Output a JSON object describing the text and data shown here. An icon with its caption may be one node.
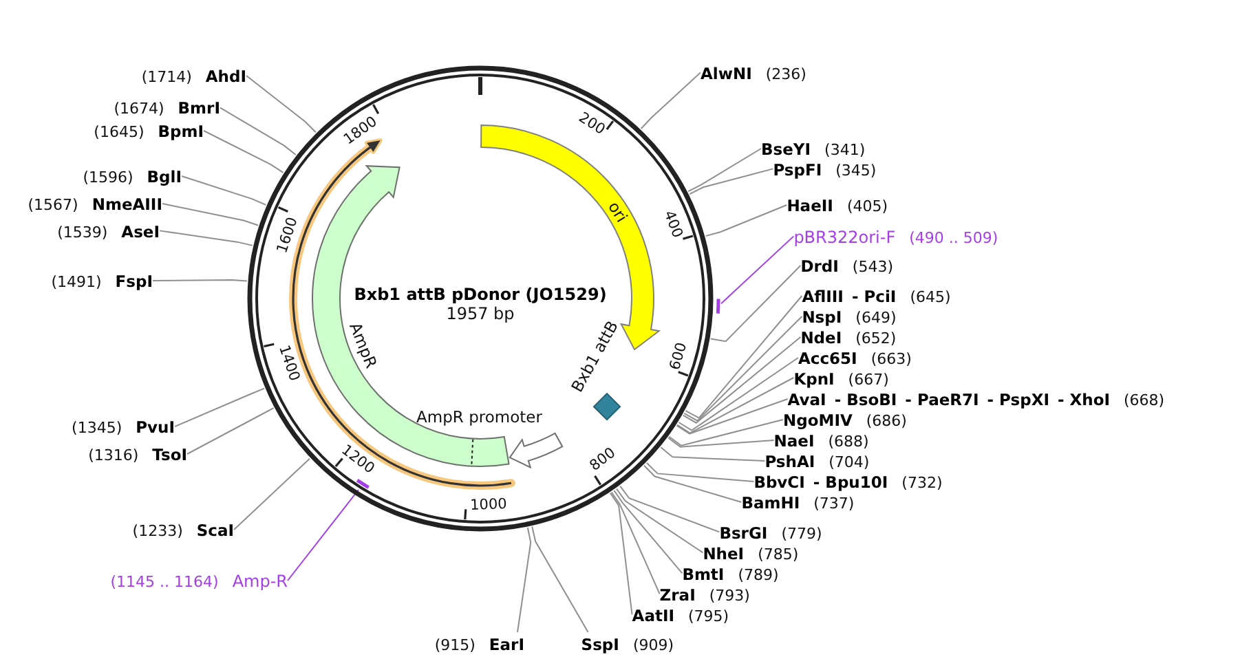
{
  "diagram": {
    "title": "Bxb1 attB pDonor (JO1529)",
    "nodes": [
      {
        "text": [
          "ori"
        ]
      },
      {
        "text": [
          "AmpR"
        ]
      },
      {
        "text": [
          "AmpR promoter"
        ]
      },
      {
        "text": [
          "Bxb1 attB"
        ]
      },
      {
        "text": [],
        "shape": "bar"
      },
      {
        "text": [],
        "shape": "bar"
      },
      {
        "text": [
          "AlwNI",
          "(236)"
        ]
      },
      {
        "text": [
          "BseYI",
          "(341)"
        ]
      },
      {
        "text": [
          "PspFI",
          "(345)"
        ]
      },
      {
        "text": [
          "HaeII",
          "(405)"
        ]
      },
      {
        "text": [
          "pBR322ori-F",
          "(490 .. 509)"
        ]
      },
      {
        "text": [
          "DrdI",
          "(543)"
        ]
      },
      {
        "text": [
          "AflIII",
          "- PciI",
          "(645)"
        ]
      },
      {
        "text": [
          "NspI",
          "(649)"
        ]
      },
      {
        "text": [
          "NdeI",
          "(652)"
        ]
      },
      {
        "text": [
          "Acc65I",
          "(663)"
        ]
      },
      {
        "text": [
          "KpnI",
          "(667)"
        ]
      },
      {
        "text": [
          "AvaI",
          "- BsoBI",
          "- PaeR7I",
          "- PspXI",
          "- XhoI",
          "(668)"
        ]
      },
      {
        "text": [
          "NgoMIV",
          "(686)"
        ]
      },
      {
        "text": [
          "NaeI",
          "(688)"
        ]
      },
      {
        "text": [
          "PshAI",
          "(704)"
        ]
      },
      {
        "text": [
          "BbvCI",
          "- Bpu10I",
          "(732)"
        ]
      },
      {
        "text": [
          "BamHI",
          "(737)"
        ]
      },
      {
        "text": [
          "BsrGI",
          "(779)"
        ]
      },
      {
        "text": [
          "NheI",
          "(785)"
        ]
      },
      {
        "text": [
          "BmtI",
          "(789)"
        ]
      },
      {
        "text": [
          "ZraI",
          "(793)"
        ]
      },
      {
        "text": [
          "AatII",
          "(795)"
        ]
      },
      {
        "text": [
          "SspI",
          "(909)"
        ]
      },
      {
        "text": [
          "(915)",
          "EarI"
        ]
      },
      {
        "text": [
          "(1145 .. 1164)",
          "Amp-R"
        ]
      },
      {
        "text": [
          "(1233)",
          "ScaI"
        ]
      },
      {
        "text": [
          "(1316)",
          "TsoI"
        ]
      },
      {
        "text": [
          "(1345)",
          "PvuI"
        ]
      },
      {
        "text": [
          "(1491)",
          "FspI"
        ]
      },
      {
        "text": [
          "(1539)",
          "AseI"
        ]
      },
      {
        "text": [
          "(1567)",
          "NmeAIII"
        ]
      },
      {
        "text": [
          "(1596)",
          "BglI"
        ]
      },
      {
        "text": [
          "(1645)",
          "BpmI"
        ]
      },
      {
        "text": [
          "(1674)",
          "BmrI"
        ]
      },
      {
        "text": [
          "(1714)",
          "AhdI"
        ]
      }
    ],
    "edges": [
      {
        "from": 6,
        "to": null,
        "arrow": "none"
      },
      {
        "from": 7,
        "to": null,
        "arrow": "none"
      },
      {
        "from": 8,
        "to": null,
        "arrow": "none"
      },
      {
        "from": 9,
        "to": null,
        "arrow": "none"
      },
      {
        "from": 10,
        "to": 4,
        "arrow": "none",
        "color": "#a43ee8"
      },
      {
        "from": 11,
        "to": null,
        "arrow": "none"
      },
      {
        "from": 12,
        "to": null,
        "arrow": "none"
      },
      {
        "from": 13,
        "to": null,
        "arrow": "none"
      },
      {
        "from": 14,
        "to": null,
        "arrow": "none"
      },
      {
        "from": 15,
        "to": null,
        "arrow": "none"
      },
      {
        "from": 16,
        "to": null,
        "arrow": "none"
      },
      {
        "from": 17,
        "to": null,
        "arrow": "none"
      },
      {
        "from": 18,
        "to": null,
        "arrow": "none"
      },
      {
        "from": 19,
        "to": null,
        "arrow": "none"
      },
      {
        "from": 20,
        "to": null,
        "arrow": "none"
      },
      {
        "from": 21,
        "to": null,
        "arrow": "none"
      },
      {
        "from": 22,
        "to": null,
        "arrow": "none"
      },
      {
        "from": 23,
        "to": null,
        "arrow": "none"
      },
      {
        "from": 24,
        "to": null,
        "arrow": "none"
      },
      {
        "from": 25,
        "to": null,
        "arrow": "none"
      },
      {
        "from": 26,
        "to": null,
        "arrow": "none"
      },
      {
        "from": 27,
        "to": null,
        "arrow": "none"
      },
      {
        "from": 28,
        "to": null,
        "arrow": "none"
      },
      {
        "from": 29,
        "to": null,
        "arrow": "none"
      },
      {
        "from": 30,
        "to": 5,
        "arrow": "none",
        "color": "#a43ee8"
      },
      {
        "from": 31,
        "to": null,
        "arrow": "none"
      },
      {
        "from": 32,
        "to": null,
        "arrow": "none"
      },
      {
        "from": 33,
        "to": null,
        "arrow": "none"
      },
      {
        "from": 34,
        "to": null,
        "arrow": "none"
      },
      {
        "from": 35,
        "to": null,
        "arrow": "none"
      },
      {
        "from": 36,
        "to": null,
        "arrow": "none"
      },
      {
        "from": 37,
        "to": null,
        "arrow": "none"
      },
      {
        "from": 38,
        "to": null,
        "arrow": "none"
      },
      {
        "from": 39,
        "to": null,
        "arrow": "none"
      },
      {
        "from": 40,
        "to": null,
        "arrow": "none"
      }
    ],
    "labels": [
      "1957 bp",
      "200",
      "400",
      "600",
      "800",
      "1000",
      "1200",
      "1400",
      "1600",
      "1800"
    ]
  }
}
